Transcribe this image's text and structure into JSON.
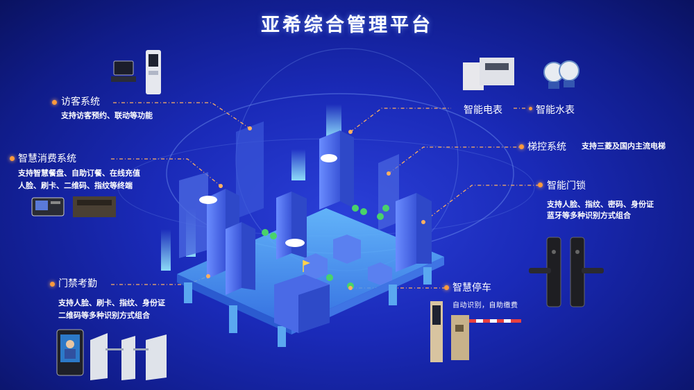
{
  "title": "亚希综合管理平台",
  "modules": {
    "visitor": {
      "name": "访客系统",
      "desc": "支持访客预约、联动等功能"
    },
    "consume": {
      "name": "智慧消费系统",
      "desc1": "支持智慧餐盘、自助订餐、在线充值",
      "desc2": "人脸、刷卡、二维码、指纹等终端"
    },
    "access": {
      "name": "门禁考勤",
      "desc1": "支持人脸、刷卡、指纹、身份证",
      "desc2": "二维码等多种识别方式组合"
    },
    "meter_e": {
      "name": "智能电表"
    },
    "meter_w": {
      "name": "智能水表"
    },
    "elevator": {
      "name": "梯控系统",
      "desc": "支持三菱及国内主流电梯"
    },
    "lock": {
      "name": "智能门锁",
      "desc1": "支持人脸、指纹、密码、身份证",
      "desc2": "蓝牙等多种识别方式组合"
    },
    "parking": {
      "name": "智慧停车",
      "desc": "自动识别，自助缴费"
    }
  },
  "colors": {
    "accent": "#ff9a3c",
    "line": "#ffb060",
    "bg": "#1a2ab8"
  }
}
